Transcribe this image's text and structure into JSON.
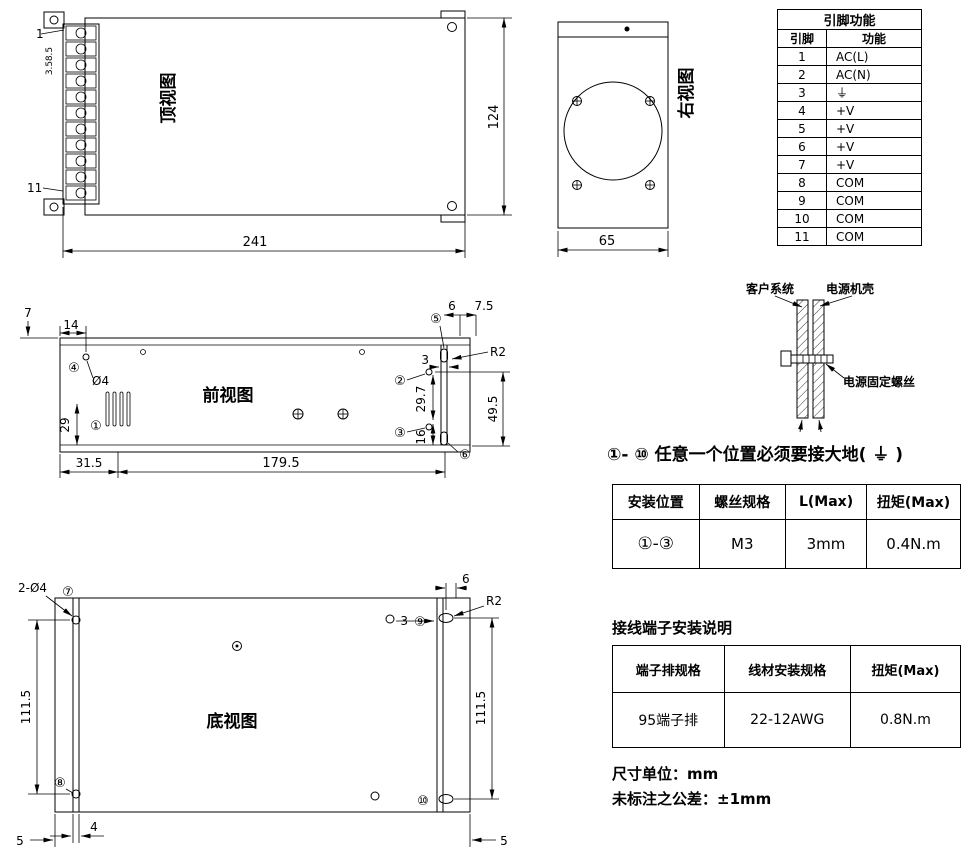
{
  "top_view": {
    "label": "顶视图",
    "dim_width": "241",
    "dim_height": "124",
    "pin_first": "1",
    "pin_last": "11",
    "dim_a": "8.5",
    "dim_b": "3.5"
  },
  "right_view": {
    "label": "右视图",
    "dim_width": "65"
  },
  "front_view": {
    "label": "前视图",
    "dims": {
      "d7": "7",
      "d14": "14",
      "dia4": "Ø4",
      "d29": "29",
      "d31_5": "31.5",
      "d179_5": "179.5",
      "d6": "6",
      "d7_5": "7.5",
      "r2": "R2",
      "d3": "3",
      "d29_7": "29.7",
      "d16": "16",
      "d49_5": "49.5"
    },
    "markers": {
      "m1": "①",
      "m2": "②",
      "m3": "③",
      "m4": "④",
      "m5": "⑤",
      "m6": "⑥"
    }
  },
  "bottom_view": {
    "label": "底视图",
    "dims": {
      "d2dia4": "2-Ø4",
      "d111_5_left": "111.5",
      "d111_5_right": "111.5",
      "d4": "4",
      "d5_left": "5",
      "d5_right": "5",
      "d6": "6",
      "r2": "R2",
      "d3": "3"
    },
    "markers": {
      "m7": "⑦",
      "m8": "⑧",
      "m9": "⑨",
      "m10": "⑩"
    }
  },
  "pin_table": {
    "title": "引脚功能",
    "col_pin": "引脚",
    "col_func": "功能",
    "rows": [
      {
        "pin": "1",
        "func": "AC(L)"
      },
      {
        "pin": "2",
        "func": "AC(N)"
      },
      {
        "pin": "3",
        "func": "⏚"
      },
      {
        "pin": "4",
        "func": "+V"
      },
      {
        "pin": "5",
        "func": "+V"
      },
      {
        "pin": "6",
        "func": "+V"
      },
      {
        "pin": "7",
        "func": "+V"
      },
      {
        "pin": "8",
        "func": "COM"
      },
      {
        "pin": "9",
        "func": "COM"
      },
      {
        "pin": "10",
        "func": "COM"
      },
      {
        "pin": "11",
        "func": "COM"
      }
    ]
  },
  "screw_detail": {
    "label_left": "客户系统",
    "label_right": "电源机壳",
    "label_screw": "电源固定螺丝"
  },
  "ground_note": "①- ⑩ 任意一个位置必须要接大地( ⏚ )",
  "mounting_table": {
    "headers": [
      "安装位置",
      "螺丝规格",
      "L(Max)",
      "扭矩(Max)"
    ],
    "row": [
      "①-③",
      "M3",
      "3mm",
      "0.4N.m"
    ]
  },
  "terminal_section": {
    "title": "接线端子安装说明",
    "headers": [
      "端子排规格",
      "线材安装规格",
      "扭矩(Max)"
    ],
    "row": [
      "95端子排",
      "22-12AWG",
      "0.8N.m"
    ]
  },
  "notes": {
    "unit": "尺寸单位：mm",
    "tolerance": "未标注之公差：±1mm"
  }
}
